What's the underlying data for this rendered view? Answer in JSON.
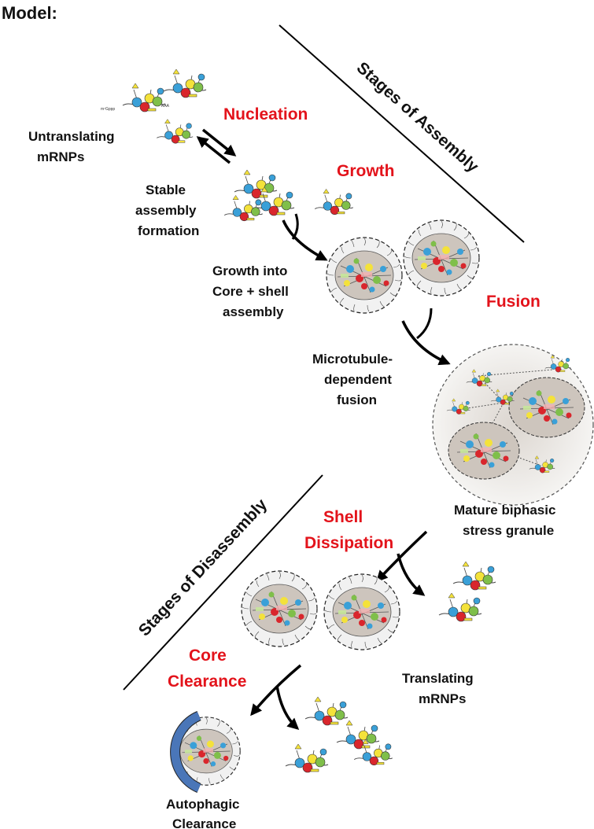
{
  "header": {
    "title": "Model:"
  },
  "stage_headings": {
    "assembly": "Stages of Assembly",
    "disassembly": "Stages of Disassembly"
  },
  "stages": {
    "nucleation": "Nucleation",
    "growth": "Growth",
    "fusion": "Fusion",
    "shell_dissipation": [
      "Shell",
      "Dissipation"
    ],
    "core_clearance": [
      "Core",
      "Clearance"
    ]
  },
  "labels": {
    "untranslating": [
      "Untranslating",
      "mRNPs"
    ],
    "stable_assembly": [
      "Stable",
      "assembly",
      "formation"
    ],
    "growth_into": [
      "Growth into",
      "Core + shell",
      "assembly"
    ],
    "microtubule": [
      "Microtubule-",
      "dependent",
      "fusion"
    ],
    "mature": [
      "Mature biphasic",
      "stress granule"
    ],
    "translating": [
      "Translating",
      "mRNPs"
    ],
    "autophagic": [
      "Autophagic",
      "Clearance"
    ]
  },
  "mrnp_text": {
    "cap": "m⁷Gppp",
    "tail": "AAA"
  },
  "colors": {
    "stage_red": "#e3131b",
    "granule_fill": "#cdc5bd",
    "shell_fill": "#f1f1f1",
    "autophagosome": "#4a76b8",
    "protein_blue": "#3aa0d8",
    "protein_red": "#d9262c",
    "protein_yellow": "#f4e23a",
    "protein_green": "#7fbf4a"
  }
}
